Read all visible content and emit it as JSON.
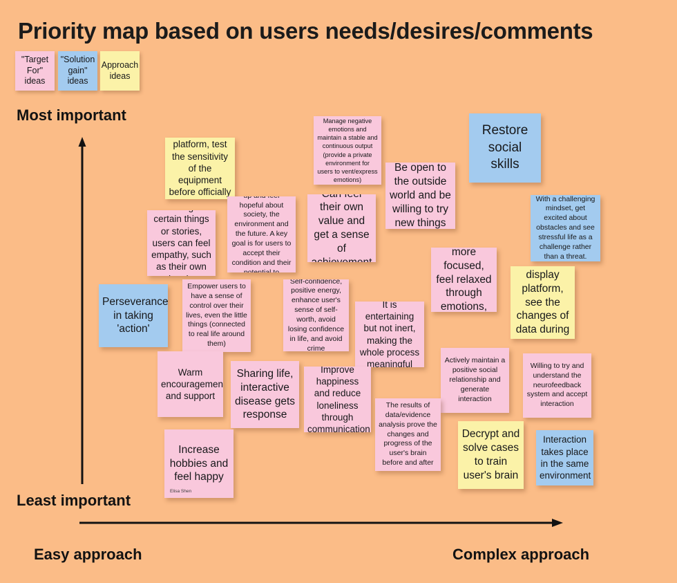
{
  "title": "Priority map based on users needs/desires/comments",
  "colors": {
    "background": "#FBBC87",
    "pink": "#F9C8DC",
    "blue": "#A3CBEF",
    "yellow": "#FBF2A8",
    "text": "#17181a"
  },
  "legend": [
    {
      "label": "\"Target For\" ideas",
      "color": "pink"
    },
    {
      "label": "\"Solution gain\" ideas",
      "color": "blue"
    },
    {
      "label": "Approach ideas",
      "color": "yellow"
    }
  ],
  "axes": {
    "y_top_label": "Most important",
    "y_bottom_label": "Least important",
    "x_left_label": "Easy approach",
    "x_right_label": "Complex approach"
  },
  "signature": "Elisa Shen",
  "notes": [
    {
      "id": "training-platform",
      "text": "Training platform, test the sensitivity of the equipment before officially starting",
      "color": "yellow",
      "size": "f-md"
    },
    {
      "id": "manage-negative-emotions",
      "text": "Manage negative emotions and maintain a stable and continuous output (provide a private environment for users to vent/express emotions)",
      "color": "pink",
      "size": "f-xs"
    },
    {
      "id": "restore-social-skills",
      "text": "Restore social skills",
      "color": "blue",
      "size": "f-xl"
    },
    {
      "id": "be-open-outside-world",
      "text": "Be open to the outside world and be willing to try new things",
      "color": "pink",
      "size": "f-lg"
    },
    {
      "id": "through-certain-things",
      "text": "Through certain things or stories, users can feel empathy, such as their own situation",
      "color": "pink",
      "size": "f-md"
    },
    {
      "id": "get-guidance-future",
      "text": "Get guidance for the future, cheer up and feel hopeful about society, the environment and the future. A key goal is for users to accept their condition and their potential to transcend physical limitations.",
      "color": "pink",
      "size": "f-sm"
    },
    {
      "id": "can-feel-own-value",
      "text": "Can feel their own value and get a sense of achievement",
      "color": "pink",
      "size": "f-lg"
    },
    {
      "id": "challenging-mindset",
      "text": "With a challenging mindset, get excited about obstacles and see stressful life as a challenge rather than a threat.",
      "color": "blue",
      "size": "f-sm"
    },
    {
      "id": "make-users-more-focused",
      "text": "Make users more focused, feel relaxed through emotions, etc.",
      "color": "pink",
      "size": "f-lg"
    },
    {
      "id": "data-display-platform",
      "text": "Data display platform, see the changes of data during use",
      "color": "yellow",
      "size": "f-lg"
    },
    {
      "id": "perseverance-in-action",
      "text": "Perseverance in taking 'action'",
      "color": "blue",
      "size": "f-lg"
    },
    {
      "id": "empower-users-control",
      "text": "Empower users to have a sense of control over their lives, even the little things (connected to real life around them)",
      "color": "pink",
      "size": "f-sm"
    },
    {
      "id": "self-confidence",
      "text": "Self-confidence, positive energy, enhance user's sense of self-worth, avoid losing confidence in life, and avoid crime",
      "color": "pink",
      "size": "f-sm"
    },
    {
      "id": "entertaining-not-inert",
      "text": "It is entertaining but not inert, making the whole process meaningful",
      "color": "pink",
      "size": "f-md"
    },
    {
      "id": "actively-maintain-social",
      "text": "Actively maintain a positive social relationship and generate interaction",
      "color": "pink",
      "size": "f-sm"
    },
    {
      "id": "willing-to-try-neurofeedback",
      "text": "Willing to try and understand the neurofeedback system and accept interaction",
      "color": "pink",
      "size": "f-sm"
    },
    {
      "id": "warm-encouragement",
      "text": "Warm encouragement and support",
      "color": "pink",
      "size": "f-md"
    },
    {
      "id": "sharing-life-interactive",
      "text": "Sharing life, interactive disease gets response",
      "color": "pink",
      "size": "f-lg"
    },
    {
      "id": "improve-happiness",
      "text": "Improve happiness and reduce loneliness through communication",
      "color": "pink",
      "size": "f-md"
    },
    {
      "id": "results-of-data-evidence",
      "text": "The results of data/evidence analysis prove the changes and progress of the user's brain before and after",
      "color": "pink",
      "size": "f-sm"
    },
    {
      "id": "decrypt-solve-cases",
      "text": "Decrypt and solve cases to train user's brain",
      "color": "yellow",
      "size": "f-lg"
    },
    {
      "id": "interaction-same-environment",
      "text": "Interaction takes place in the same environment",
      "color": "blue",
      "size": "f-md"
    },
    {
      "id": "increase-hobbies",
      "text": "Increase hobbies and feel happy",
      "color": "pink",
      "size": "f-lg"
    }
  ]
}
